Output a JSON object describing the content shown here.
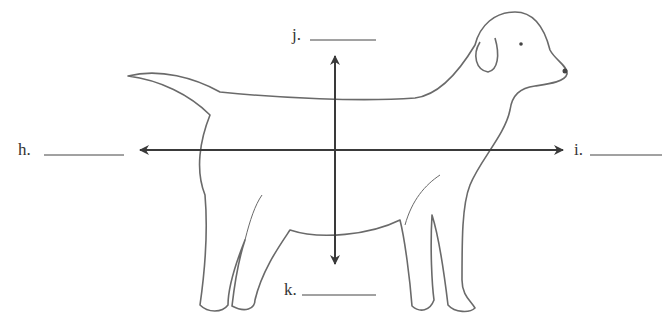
{
  "diagram": {
    "labels": [
      "h.",
      "i.",
      "j.",
      "k."
    ]
  }
}
